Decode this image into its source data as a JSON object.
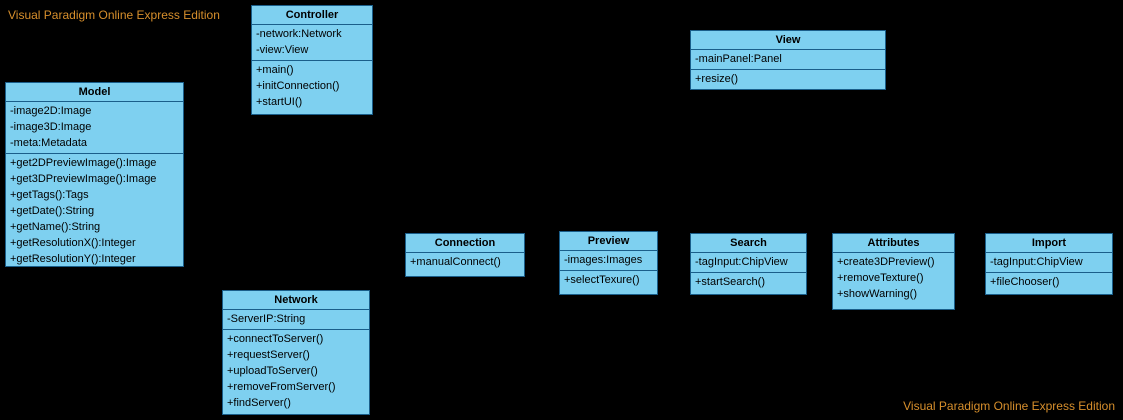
{
  "watermarks": {
    "top_left": "Visual Paradigm Online Express Edition",
    "bottom_right": "Visual Paradigm Online Express Edition"
  },
  "colors": {
    "background": "#000000",
    "class_fill": "#7ED0F0",
    "class_border": "#1A5E8A",
    "class_text": "#000000",
    "watermark_text": "#D78F2C"
  },
  "diagram_type": "uml-class-diagram",
  "classes": [
    {
      "name": "Controller",
      "attributes": [
        "-network:Network",
        "-view:View"
      ],
      "methods": [
        "+main()",
        "+initConnection()",
        "+startUI()"
      ]
    },
    {
      "name": "View",
      "attributes": [
        "-mainPanel:Panel"
      ],
      "methods": [
        "+resize()"
      ]
    },
    {
      "name": "Model",
      "attributes": [
        "-image2D:Image",
        "-image3D:Image",
        "-meta:Metadata"
      ],
      "methods": [
        "+get2DPreviewImage():Image",
        "+get3DPreviewImage():Image",
        "+getTags():Tags",
        "+getDate():String",
        "+getName():String",
        "+getResolutionX():Integer",
        "+getResolutionY():Integer"
      ]
    },
    {
      "name": "Connection",
      "attributes": [],
      "methods": [
        "+manualConnect()"
      ]
    },
    {
      "name": "Preview",
      "attributes": [
        "-images:Images"
      ],
      "methods": [
        "+selectTexure()"
      ]
    },
    {
      "name": "Search",
      "attributes": [
        "-tagInput:ChipView"
      ],
      "methods": [
        "+startSearch()"
      ]
    },
    {
      "name": "Attributes",
      "attributes": [],
      "methods": [
        "+create3DPreview()",
        "+removeTexture()",
        "+showWarning()"
      ]
    },
    {
      "name": "Import",
      "attributes": [
        "-tagInput:ChipView"
      ],
      "methods": [
        "+fileChooser()"
      ]
    },
    {
      "name": "Network",
      "attributes": [
        "-ServerIP:String"
      ],
      "methods": [
        "+connectToServer()",
        "+requestServer()",
        "+uploadToServer()",
        "+removeFromServer()",
        "+findServer()"
      ]
    }
  ]
}
